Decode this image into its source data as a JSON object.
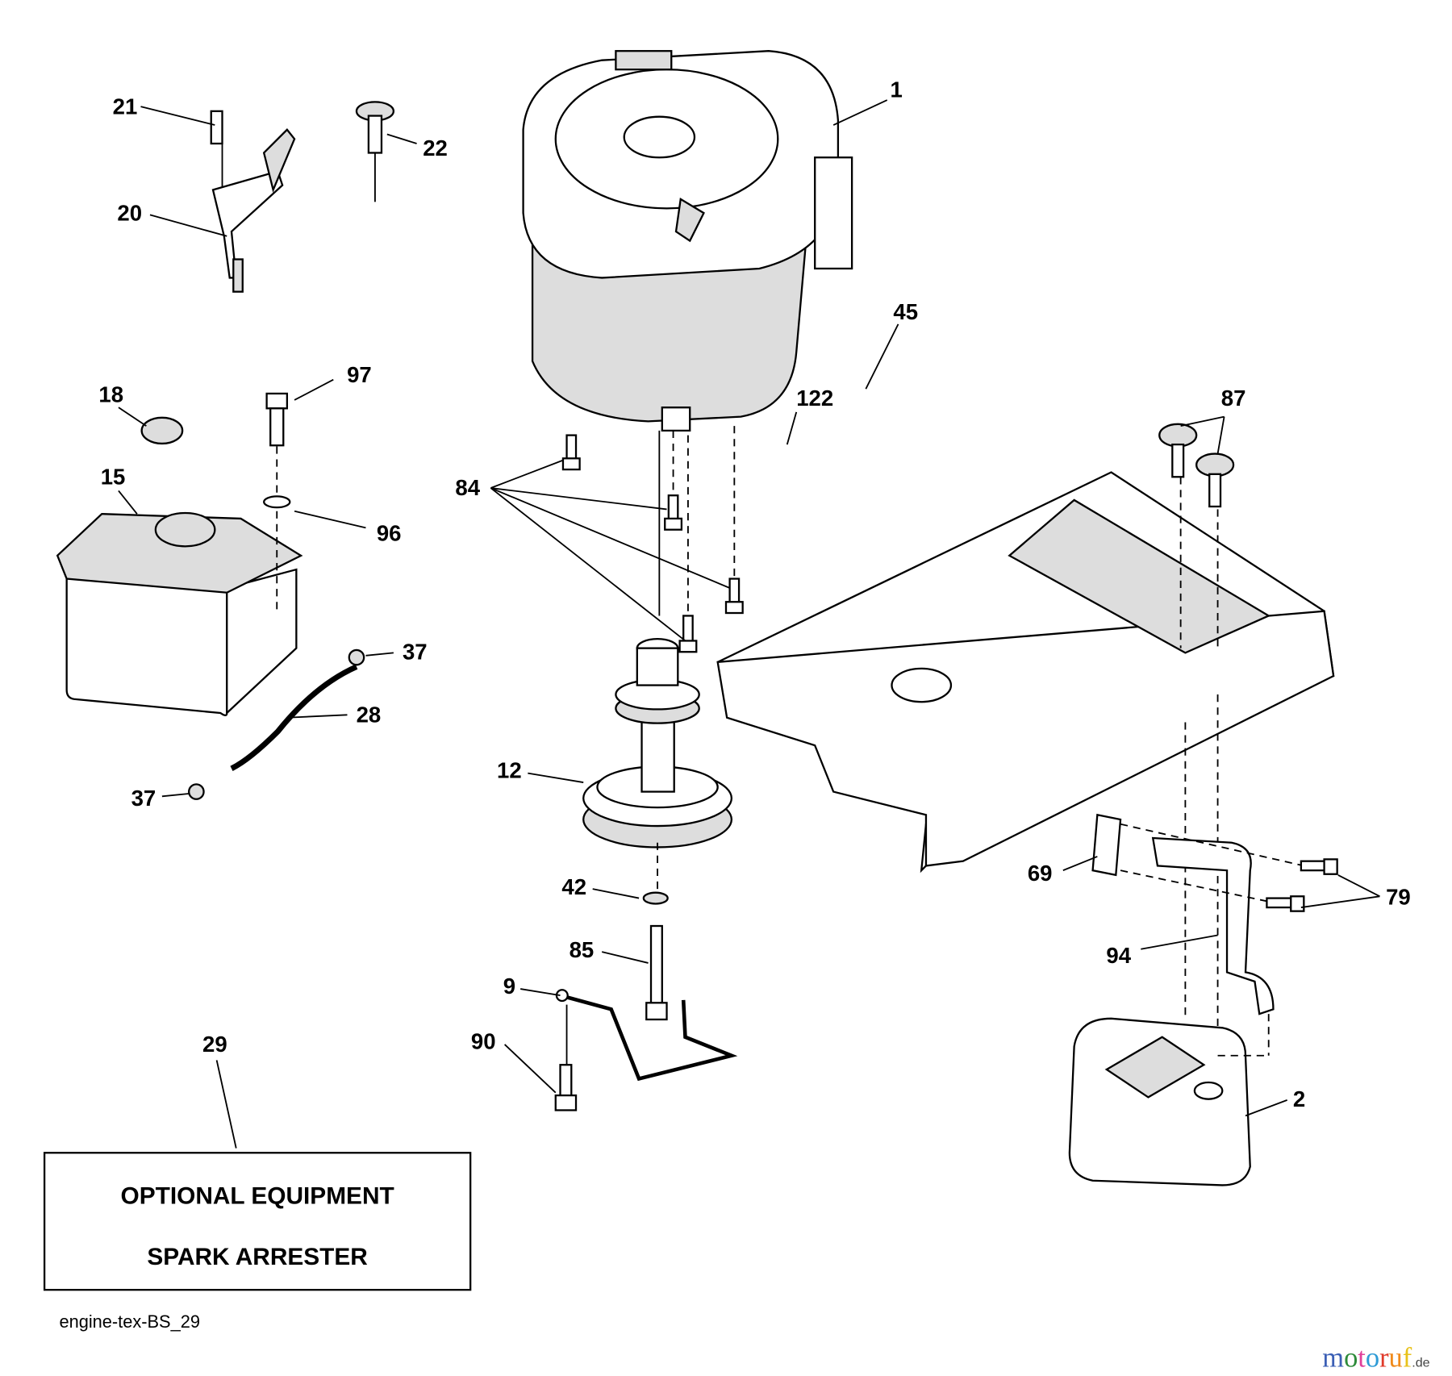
{
  "callouts": [
    "1",
    "21",
    "22",
    "20",
    "45",
    "97",
    "18",
    "122",
    "87",
    "15",
    "84",
    "96",
    "37",
    "28",
    "12",
    "37",
    "69",
    "79",
    "42",
    "85",
    "94",
    "9",
    "90",
    "29",
    "2"
  ],
  "optional_box": {
    "line1": "OPTIONAL EQUIPMENT",
    "line2": "SPARK ARRESTER"
  },
  "diagram_code": "engine-tex-BS_29",
  "watermark": {
    "text": "motoruf",
    "suffix": ".de",
    "colors": [
      "#3b5fb5",
      "#2e8b3a",
      "#e0409a",
      "#2e9bd6",
      "#e03a2a",
      "#f08a1a",
      "#e8c21a"
    ]
  }
}
